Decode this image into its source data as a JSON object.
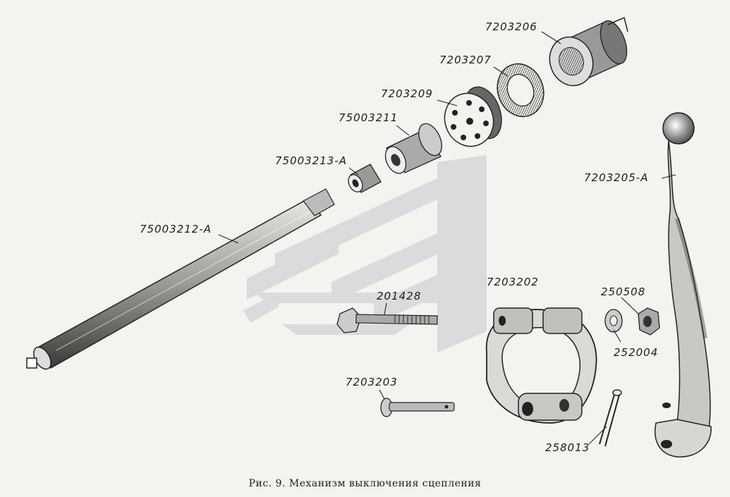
{
  "parts": [
    {
      "id": "clutch-release-sleeve",
      "label": "7203206"
    },
    {
      "id": "graphite-ring",
      "label": "7203207"
    },
    {
      "id": "bearing-disc",
      "label": "7203209"
    },
    {
      "id": "shaft-bushing",
      "label": "75003211"
    },
    {
      "id": "small-bushing",
      "label": "75003213-A"
    },
    {
      "id": "release-shaft",
      "label": "75003212-A"
    },
    {
      "id": "clutch-pedal",
      "label": "7203205-A"
    },
    {
      "id": "bolt",
      "label": "201428"
    },
    {
      "id": "fork-clamp",
      "label": "7203202"
    },
    {
      "id": "nut",
      "label": "250508"
    },
    {
      "id": "washer",
      "label": "252004"
    },
    {
      "id": "pin",
      "label": "7203203"
    },
    {
      "id": "cotter-pin",
      "label": "258013"
    }
  ],
  "caption": "Рис. 9. Механизм выключения сцепления"
}
